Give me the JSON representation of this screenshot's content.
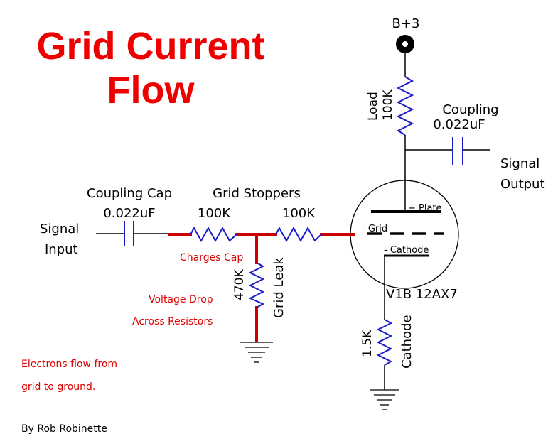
{
  "title": {
    "line1": "Grid Current",
    "line2": "Flow"
  },
  "labels": {
    "bplus": "B+3",
    "load": "Load",
    "load_value": "100K",
    "coupling_out": "Coupling",
    "coupling_out_value": "0.022uF",
    "signal_output_1": "Signal",
    "signal_output_2": "Output",
    "coupling_in": "Coupling Cap",
    "coupling_in_value": "0.022uF",
    "grid_stoppers": "Grid Stoppers",
    "stopper1_value": "100K",
    "stopper2_value": "100K",
    "signal_input_1": "Signal",
    "signal_input_2": "Input",
    "plate": "+ Plate",
    "grid": "- Grid",
    "cathode_pin": "- Cathode",
    "tube": "V1B 12AX7",
    "grid_leak_value": "470K",
    "grid_leak": "Grid Leak",
    "cathode_res_value": "1.5K",
    "cathode": "Cathode"
  },
  "annotations": {
    "charges_cap": "Charges Cap",
    "voltage_drop_1": "Voltage Drop",
    "voltage_drop_2": "Across Resistors",
    "electrons_1": "Electrons flow from",
    "electrons_2": "grid to ground."
  },
  "credit": "By Rob Robinette",
  "colors": {
    "title": "#ee0000",
    "annotation": "#dd0000",
    "current_path": "#cc0000",
    "component": "#1a1acc",
    "wire": "#000000"
  }
}
